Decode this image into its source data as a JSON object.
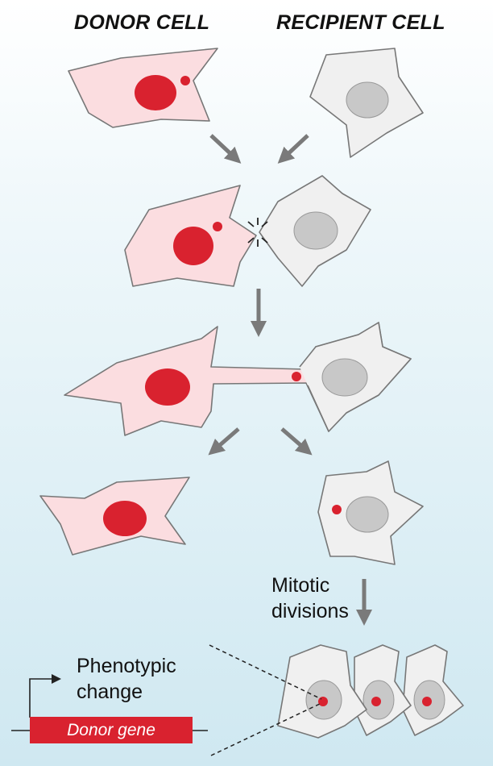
{
  "headings": {
    "donor": "DONOR CELL",
    "recipient": "RECIPIENT CELL"
  },
  "labels": {
    "mitotic": [
      "Mitotic",
      "divisions"
    ],
    "phenotypic": [
      "Phenotypic",
      "change"
    ],
    "donor_gene": "Donor gene"
  },
  "colors": {
    "donor_cell_fill": "#fbdde0",
    "recipient_cell_fill": "#f0f0f0",
    "cell_outline": "#777777",
    "nucleus_red": "#d9222f",
    "recipient_nucleus": "#c8c8c8",
    "arrow_gray": "#7a7a7a"
  }
}
